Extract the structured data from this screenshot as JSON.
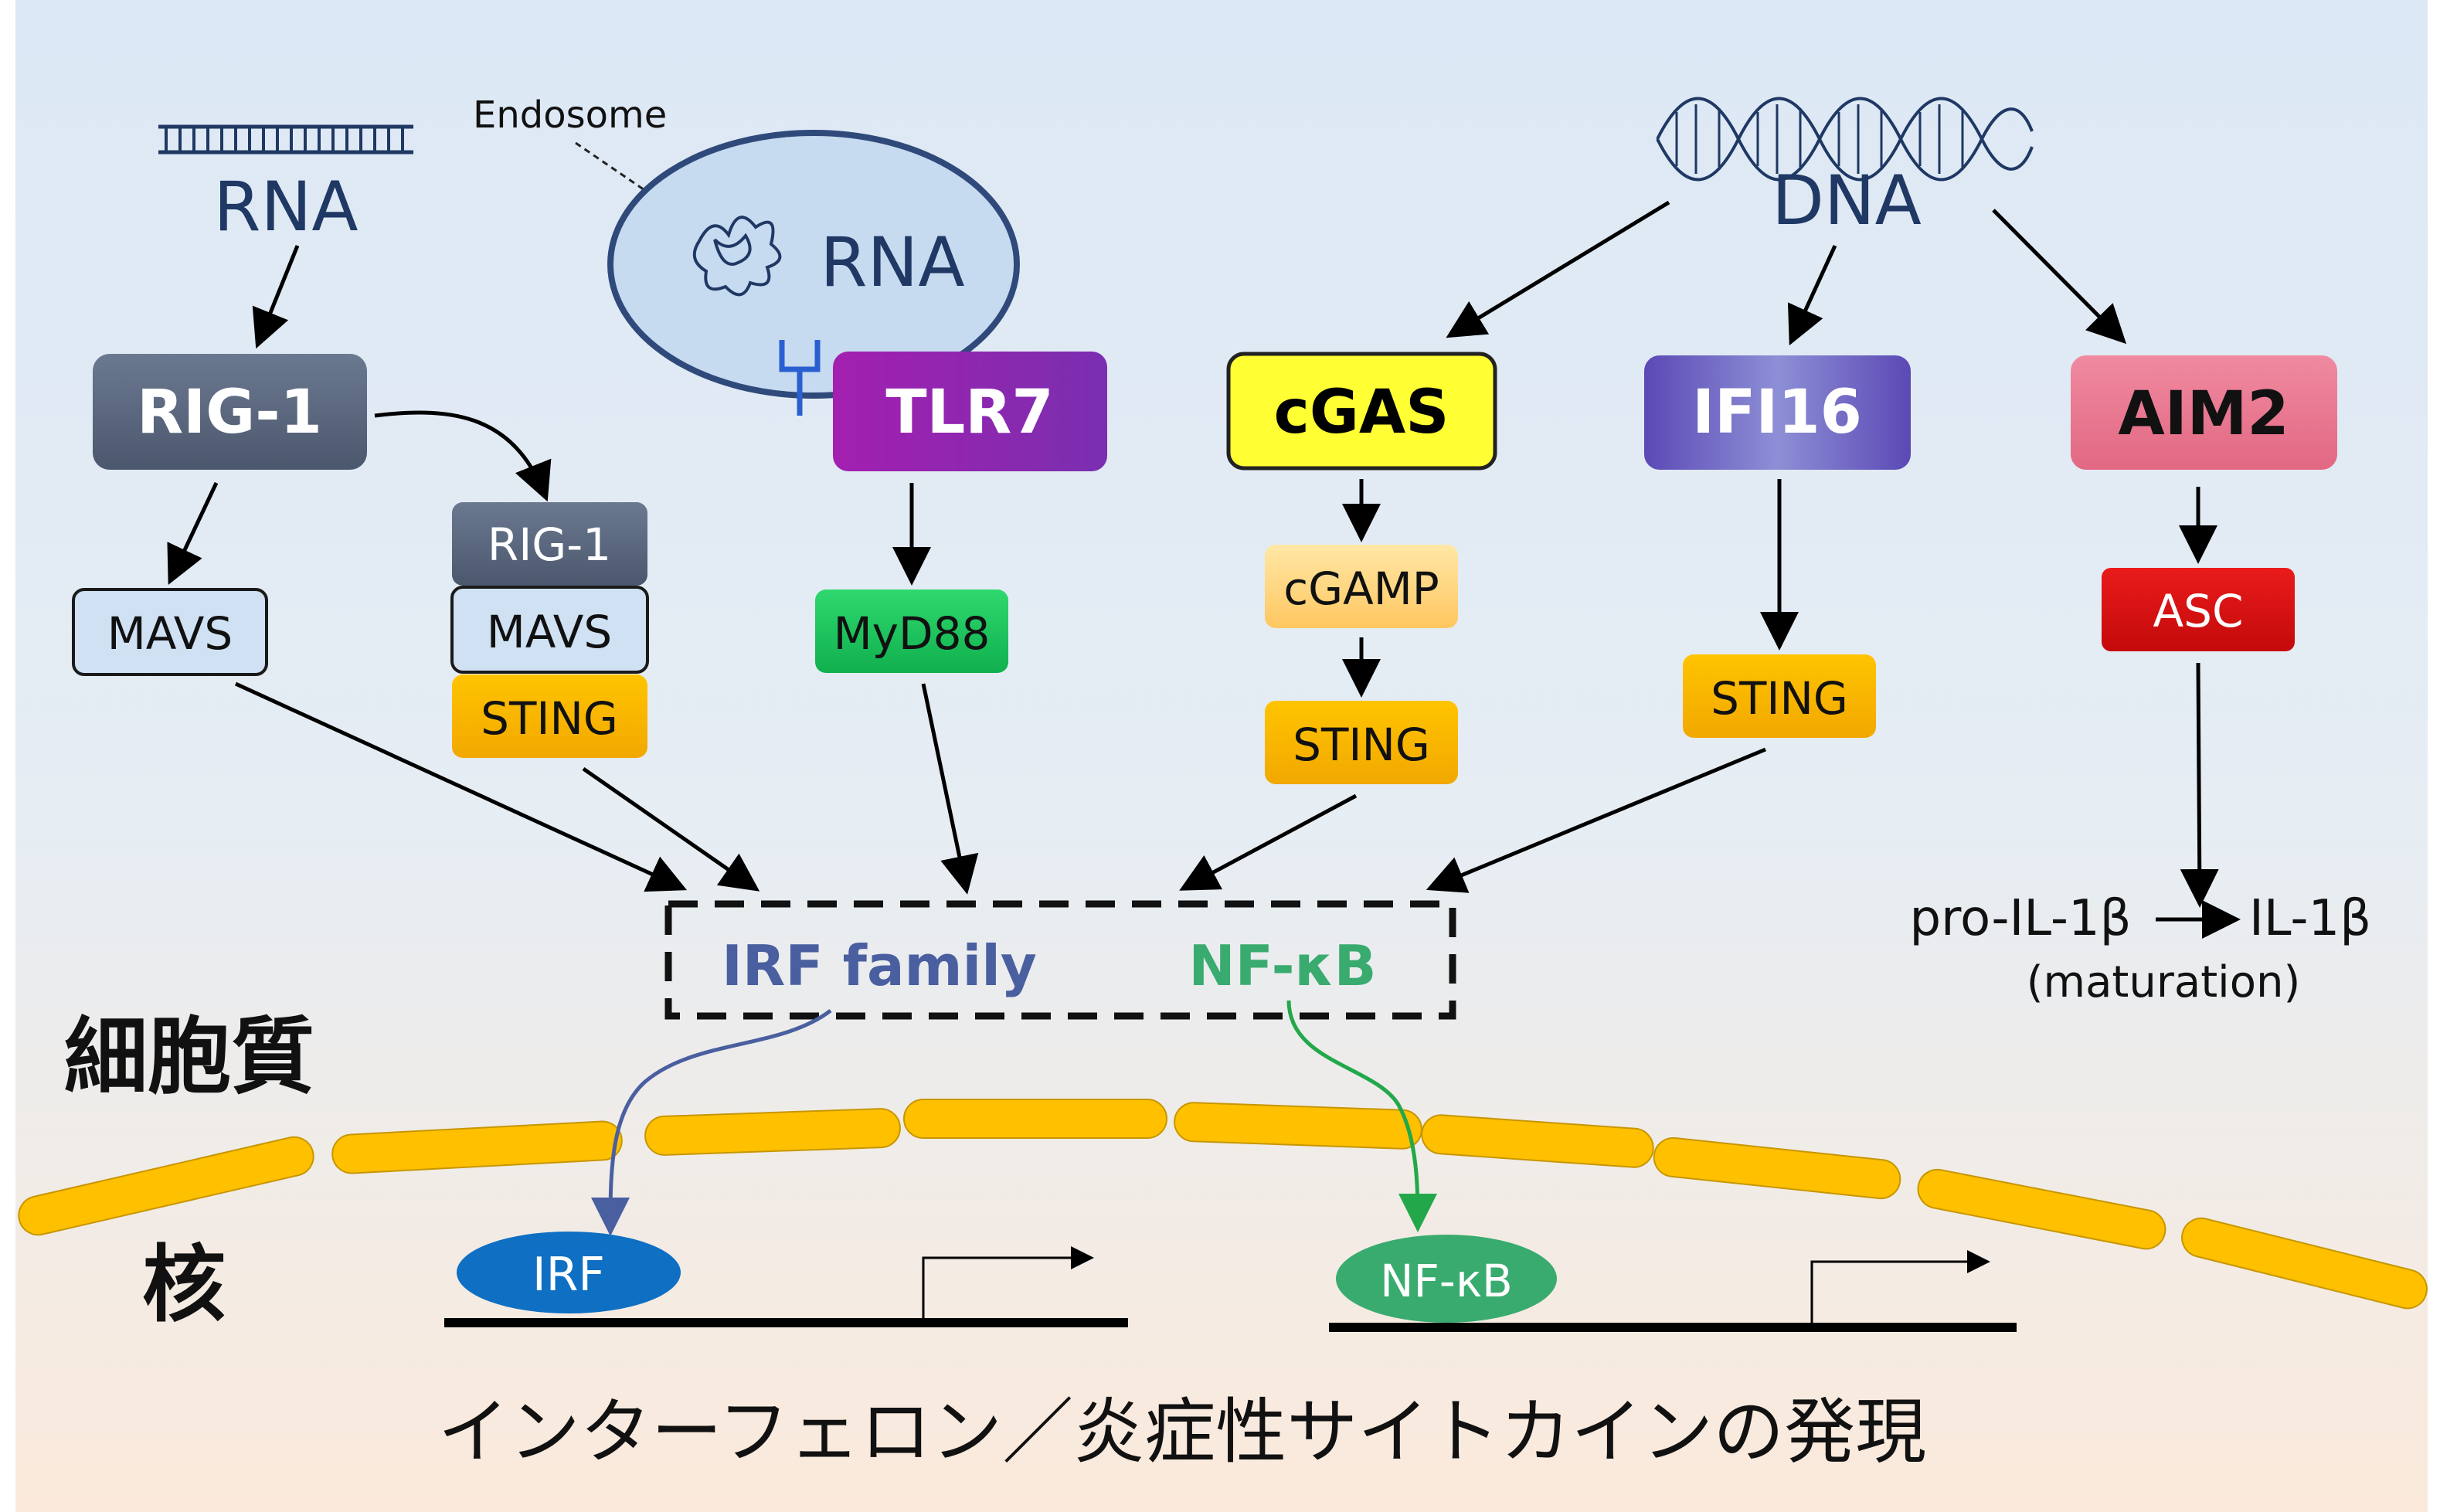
{
  "labels": {
    "rna_left": "RNA",
    "endosome": "Endosome",
    "rna_endosome": "RNA",
    "dna": "DNA",
    "cytoplasm": "細胞質",
    "nucleus": "核",
    "irf_family": "IRF family",
    "nfkb_family": "NF-κB",
    "pro_il": "pro-IL-1β",
    "il": "IL-1β",
    "maturation": "(maturation)",
    "footer": "インターフェロン／炎症性サイトカインの発現"
  },
  "sensors": {
    "rig1": "RIG-1",
    "tlr7": "TLR7",
    "cgas": "cGAS",
    "ifi16": "IFI16",
    "aim2": "AIM2"
  },
  "adaptors": {
    "mavs_left": "MAVS",
    "rig1_small": "RIG-1",
    "mavs_mid": "MAVS",
    "sting_rig": "STING",
    "myd88": "MyD88",
    "cgamp": "cGAMP",
    "sting_cgas": "STING",
    "sting_ifi": "STING",
    "asc": "ASC"
  },
  "nucleus_factors": {
    "irf": "IRF",
    "nfkb": "NF-κB"
  },
  "colors": {
    "background_top": "#dde9f5",
    "background_bottom": "#fbebdd",
    "membrane": "#ffc000",
    "text_navy": "#1f3864",
    "irf_blue": "#4a5fa0",
    "nfkb_green": "#3aab6f",
    "irf_oval": "#0e6fc3",
    "nfkb_oval": "#3aab6f"
  }
}
